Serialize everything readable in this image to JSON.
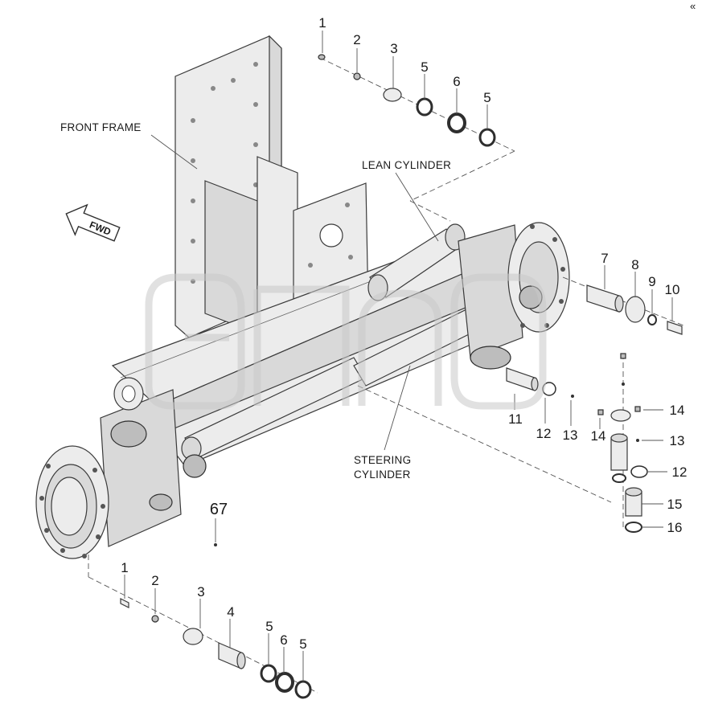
{
  "labels": {
    "front_frame": "FRONT FRAME",
    "lean_cylinder": "LEAN CYLINDER",
    "steering_cylinder_line1": "STEERING",
    "steering_cylinder_line2": "CYLINDER",
    "fwd": "FWD"
  },
  "callouts": {
    "top_1": "1",
    "top_2": "2",
    "top_3": "3",
    "top_5a": "5",
    "top_6": "6",
    "top_5b": "5",
    "r_7": "7",
    "r_8": "8",
    "r_9": "9",
    "r_10": "10",
    "m_11": "11",
    "m_12": "12",
    "m_13": "13",
    "m_14": "14",
    "s_14": "14",
    "s_13": "13",
    "s_12": "12",
    "s_15": "15",
    "s_16": "16",
    "c_67": "67",
    "b_1": "1",
    "b_2": "2",
    "b_3": "3",
    "b_4": "4",
    "b_5a": "5",
    "b_6": "6",
    "b_5b": "5"
  },
  "corner_mark": "«"
}
